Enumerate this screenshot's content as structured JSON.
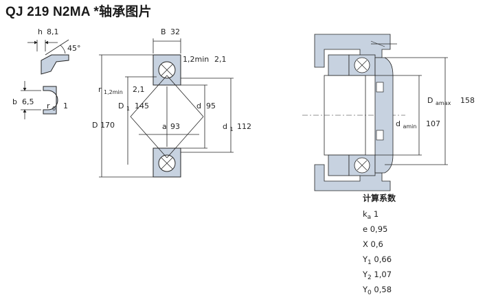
{
  "title": "QJ 219 N2MA *轴承图片",
  "chamfer_detail": {
    "h_label": "h",
    "h_value": "8,1",
    "angle": "45°"
  },
  "groove_detail": {
    "b_label": "b",
    "b_value": "6,5",
    "r0_label": "r",
    "r0_sub": "0",
    "r0_value": "1"
  },
  "bearing": {
    "B_label": "B",
    "B_value": "32",
    "r12_top_label": "1,2min",
    "r12_top_value": "2,1",
    "r12_left_label": "r",
    "r12_left_sub": "1,2min",
    "r12_left_value": "2,1",
    "D1_label": "D",
    "D1_sub": "1",
    "D1_value": "145",
    "D_label": "D",
    "D_value": "170",
    "d_label": "d",
    "d_value": "95",
    "a_label": "a",
    "a_value": "93",
    "d1_label": "d",
    "d1_sub": "1",
    "d1_value": "112"
  },
  "mounting": {
    "Damax_label": "D",
    "Damax_sub": "amax",
    "Damax_value": "158",
    "damin_label": "d",
    "damin_sub": "amin",
    "damin_value": "107"
  },
  "calc": {
    "header": "计算系数",
    "rows": [
      {
        "label": "k",
        "sub": "a",
        "value": "1"
      },
      {
        "label": "e",
        "sub": "",
        "value": "0,95"
      },
      {
        "label": "X",
        "sub": "",
        "value": "0,6"
      },
      {
        "label": "Y",
        "sub": "1",
        "value": "0,66"
      },
      {
        "label": "Y",
        "sub": "2",
        "value": "1,07"
      },
      {
        "label": "Y",
        "sub": "0",
        "value": "0,58"
      }
    ]
  },
  "colors": {
    "bearing_fill": "#c7d2e0",
    "housing_fill": "#c7d2e0",
    "line": "#222222"
  }
}
